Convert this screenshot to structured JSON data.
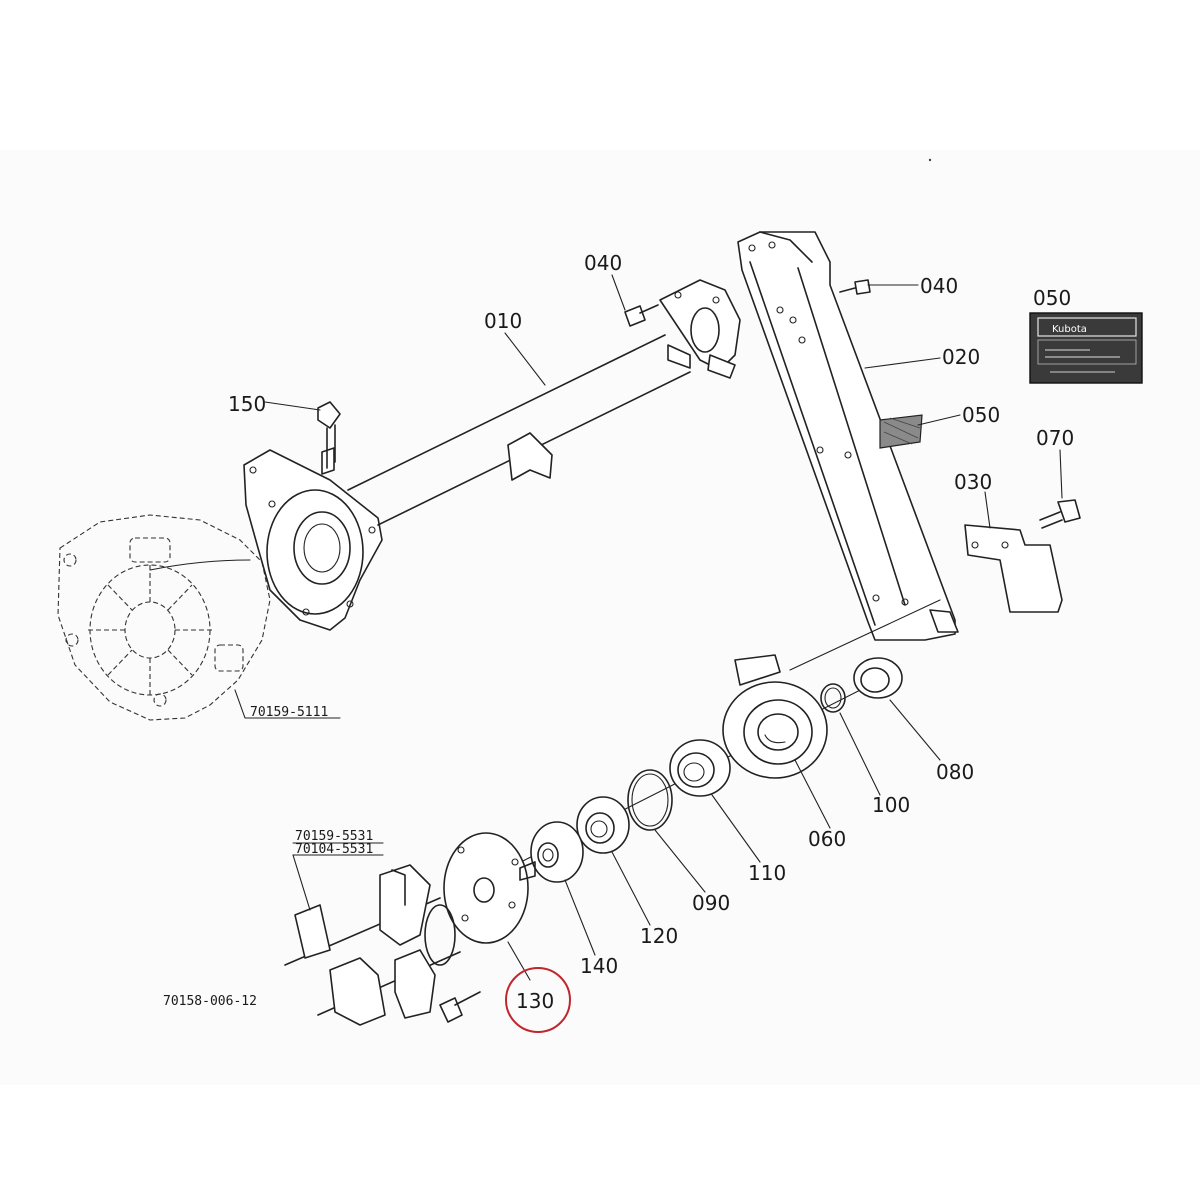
{
  "parts": {
    "p010": "010",
    "p020": "020",
    "p030": "030",
    "p040a": "040",
    "p040b": "040",
    "p050a": "050",
    "p050b": "050",
    "p060": "060",
    "p070": "070",
    "p080": "080",
    "p090": "090",
    "p100": "100",
    "p110": "110",
    "p120": "120",
    "p130": "130",
    "p140": "140",
    "p150": "150"
  },
  "refs": {
    "gearcase": "70159-5111",
    "rotor_a": "70159-5531",
    "rotor_b": "70104-5531",
    "drawing_no": "70158-006-12"
  },
  "decal": {
    "brand": "Kubota"
  },
  "highlight": {
    "color": "#c0272d",
    "part": "130"
  }
}
